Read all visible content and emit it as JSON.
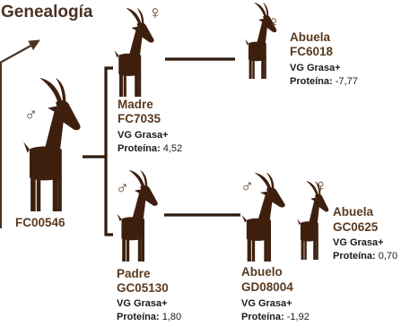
{
  "title": "Genealogía",
  "colors": {
    "title": "#4a3323",
    "text": "#5a3a20",
    "animal": "#3e1f0e",
    "connector": "#2e1a0c"
  },
  "subject": {
    "symbol": "♂",
    "id": "FC00546"
  },
  "mother": {
    "symbol": "♀",
    "relation": "Madre",
    "id": "FC7035",
    "vg_label": "VG Grasa+",
    "protein_label": "Proteína:",
    "protein_value": "4,52"
  },
  "maternal_grandmother": {
    "symbol": "♀",
    "relation": "Abuela",
    "id": "FC6018",
    "vg_label": "VG Grasa+",
    "protein_label": "Proteína:",
    "protein_value": "-7,77"
  },
  "father": {
    "symbol": "♂",
    "relation": "Padre",
    "id": "GC05130",
    "vg_label": "VG Grasa+",
    "protein_label": "Proteína:",
    "protein_value": "1,80"
  },
  "paternal_grandfather": {
    "symbol": "♂",
    "relation": "Abuelo",
    "id": "GD08004",
    "vg_label": "VG Grasa+",
    "protein_label": "Proteína:",
    "protein_value": "-1,92"
  },
  "paternal_grandmother": {
    "symbol": "♀",
    "relation": "Abuela",
    "id": "GC0625",
    "vg_label": "VG Grasa+",
    "protein_label": "Proteína:",
    "protein_value": "0,70"
  }
}
